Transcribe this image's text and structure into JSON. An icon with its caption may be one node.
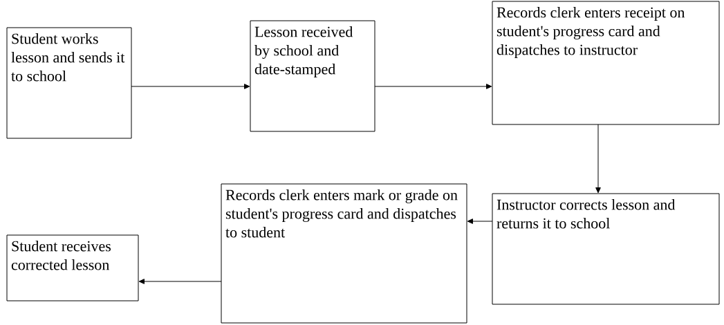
{
  "diagram": {
    "nodes": [
      {
        "text": [
          "Student works lesson and sends it to school"
        ]
      },
      {
        "text": [
          "Lesson received by school and date-stamped"
        ]
      },
      {
        "text": [
          "Records clerk enters receipt on student's progress card and dispatches to instructor"
        ]
      },
      {
        "text": [
          "Instructor corrects lesson and returns it to school"
        ]
      },
      {
        "text": [
          "Records clerk enters mark or grade on student's progress card and dispatches to student"
        ]
      },
      {
        "text": [
          "Student receives corrected lesson"
        ]
      }
    ],
    "edges": [
      {
        "from": 0,
        "to": 1,
        "arrow": "to"
      },
      {
        "from": 1,
        "to": 2,
        "arrow": "to"
      },
      {
        "from": 2,
        "to": 3,
        "arrow": "to"
      },
      {
        "from": 3,
        "to": 4,
        "arrow": "to"
      },
      {
        "from": 4,
        "to": 5,
        "arrow": "to"
      }
    ]
  }
}
